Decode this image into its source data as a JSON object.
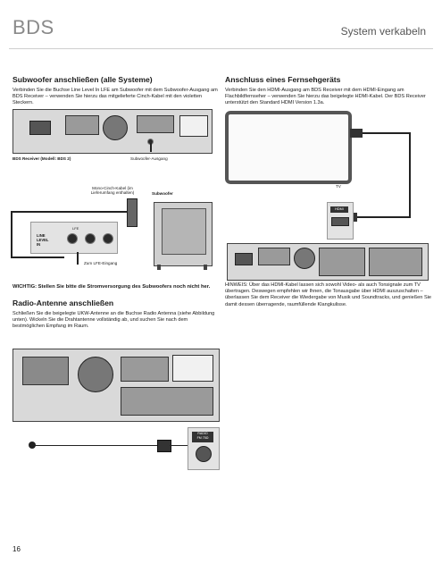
{
  "header": {
    "brand": "BDS",
    "section": "System verkabeln"
  },
  "left": {
    "subwoofer": {
      "title": "Subwoofer anschließen (alle Systeme)",
      "text": "Verbinden Sie die Buchse Line Level In LFE am Subwoofer mit dem Subwoofer-Ausgang am BDS Receiver – verwenden Sie hierzu das mitgelieferte Cinch-Kabel mit den violetten Steckern.",
      "receiver_caption": "BDS Receiver (Modell: BDS 2)",
      "sub_out_caption": "Subwoofer-Ausgang",
      "cable_caption": "Mono-Cinch-Kabel (im Lieferumfang enthalten)",
      "subwoofer_caption": "Subwoofer",
      "lfe_caption": "Zum LFE-Eingang",
      "lfe_label_1": "LINE",
      "lfe_label_2": "LEVEL",
      "lfe_label_3": "IN",
      "lfe_label_top": "LFE",
      "warning": "WICHTIG: Stellen Sie bitte die Stromversorgung des Subwoofers noch nicht her."
    },
    "radio": {
      "title": "Radio-Antenne anschließen",
      "text": "Schließen Sie die beigelegte UKW-Antenne an die Buchse Radio Antenna (siehe Abbildung unten). Wickeln Sie die Drahtantenne vollständig ab, und suchen Sie nach dem bestmöglichen Empfang im Raum.",
      "fm_label_1": "RADIO",
      "fm_label_2": "FM 75Ω"
    }
  },
  "right": {
    "tv": {
      "title": "Anschluss eines Fernsehgeräts",
      "text": "Verbinden Sie den HDMI-Ausgang am BDS Receiver mit dem HDMI-Eingang am Flachbildfernseher – verwenden Sie hierzu das beigelegte HDMI-Kabel. Der BDS Receiver unterstützt den Standard HDMI Version 1.3a.",
      "tv_caption": "TV",
      "hdmi_label": "HDMI",
      "note": "HINWEIS: Über das HDMI-Kabel lassen sich sowohl Video- als auch Tonsignale zum TV übertragen. Deswegen empfehlen wir Ihnen, die Tonausgabe über HDMI auszuschalten – überlassen Sie dem Receiver die Wiedergabe von Musik und Soundtracks, und genießen Sie damit dessen überragende, raumfüllende Klangkulisse."
    }
  },
  "page_number": "16"
}
